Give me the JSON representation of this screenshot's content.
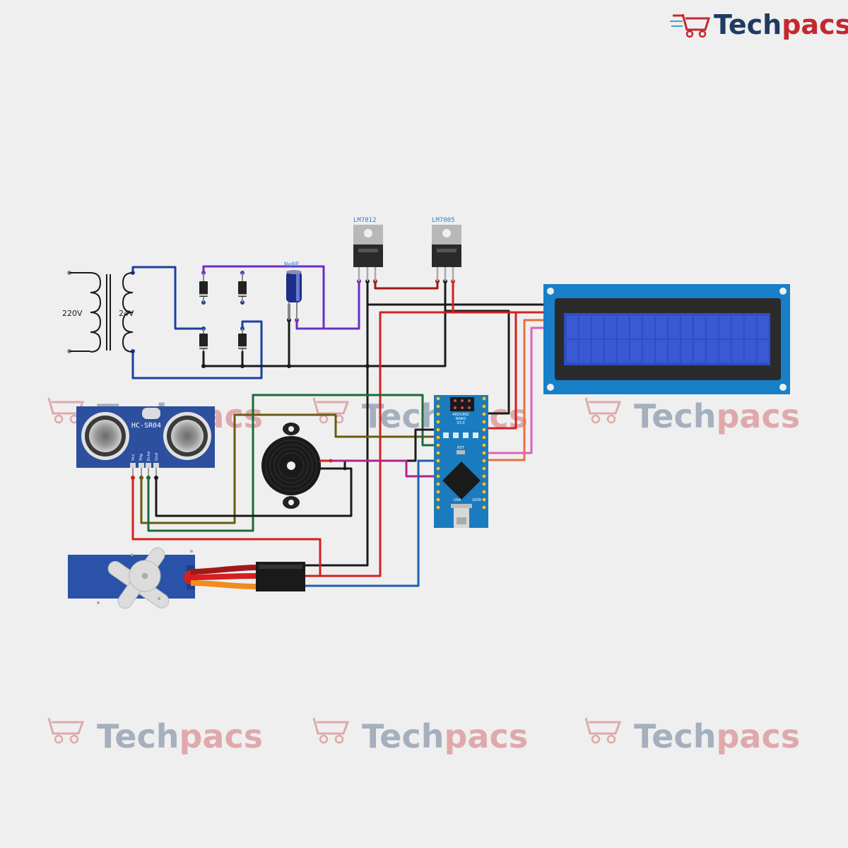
{
  "brand": {
    "name_part1": "Tech",
    "name_part2": "pacs",
    "color_dark": "#1f3b63",
    "color_accent": "#c4282f",
    "icon": "shopping-cart-icon"
  },
  "watermark": {
    "name_part1": "Tech",
    "name_part2": "pacs"
  },
  "transformer": {
    "primary_label": "220V",
    "secondary_label": "24V"
  },
  "capacitor": {
    "label": "NeNF"
  },
  "regulators": {
    "reg1_label": "LM7812",
    "reg2_label": "LM7805"
  },
  "ultrasonic": {
    "label": "HC-SR04",
    "pins": [
      "Vcc",
      "Trig",
      "Echo",
      "Gnd"
    ],
    "board_color": "#2c4f9e"
  },
  "arduino": {
    "title_line1": "ARDUINO",
    "title_line2": "NANO",
    "title_line3": "V3.0",
    "rst_label": "RST",
    "usa_label": "USA",
    "year_label": "2009",
    "board_color": "#1a7bbf"
  },
  "lcd": {
    "frame_color": "#1780c8",
    "screen_color": "#2e4ec8"
  },
  "wire_colors": {
    "blue": "#1c3fa0",
    "purple": "#6a2cc8",
    "black": "#1a1a1a",
    "red": "#d42020",
    "darkred": "#a01818",
    "green": "#1a6b3a",
    "olive": "#6b5a10",
    "magenta": "#b02090",
    "pink": "#e060c0",
    "orange": "#e87040",
    "midblue": "#1f5fb0"
  }
}
